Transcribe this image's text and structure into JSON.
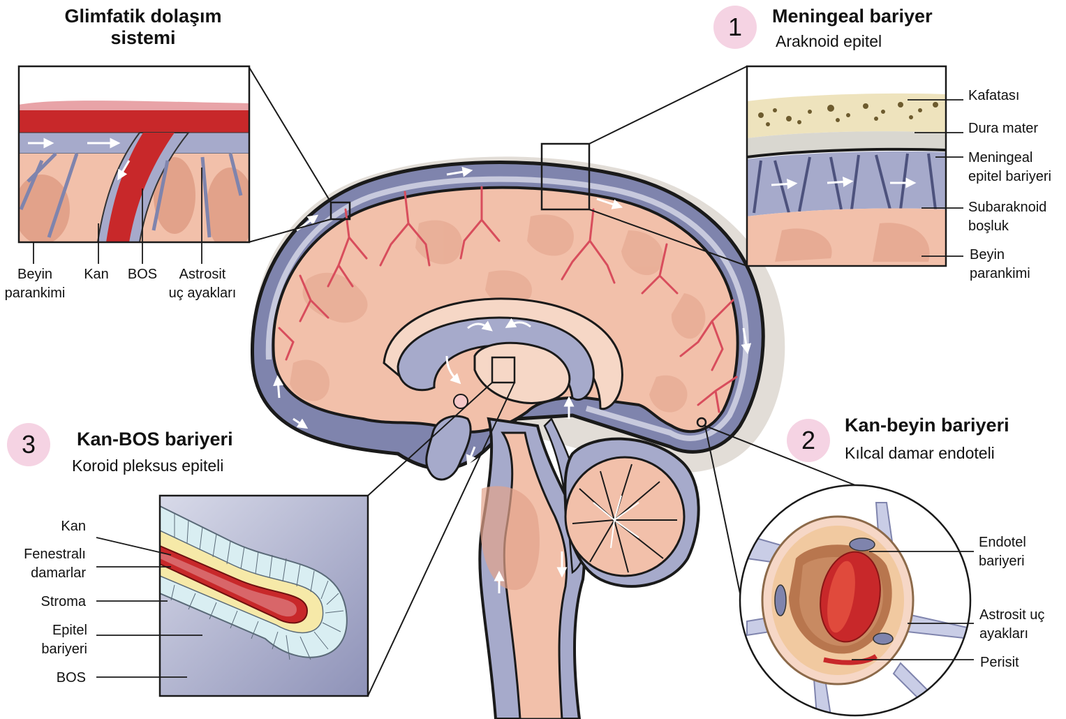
{
  "panels": {
    "glymphatic": {
      "title_line1": "Glimfatik dolaşım",
      "title_line2": "sistemi",
      "labels": {
        "parenchyma_1": "Beyin",
        "parenchyma_2": "parankimi",
        "blood": "Kan",
        "csf": "BOS",
        "astro_1": "Astrosit",
        "astro_2": "uç ayakları"
      }
    },
    "meningeal": {
      "number": "1",
      "title": "Meningeal bariyer",
      "subtitle": "Araknoid epitel",
      "labels": {
        "skull": "Kafatası",
        "dura": "Dura mater",
        "barrier_1": "Meningeal",
        "barrier_2": "epitel bariyeri",
        "subarachnoid_1": "Subaraknoid",
        "subarachnoid_2": "boşluk",
        "parenchyma_1": "Beyin",
        "parenchyma_2": "parankimi"
      }
    },
    "blood_brain": {
      "number": "2",
      "title": "Kan-beyin bariyeri",
      "subtitle": "Kılcal damar endoteli",
      "labels": {
        "endothelial_1": "Endotel",
        "endothelial_2": "bariyeri",
        "astro_1": "Astrosit uç",
        "astro_2": "ayakları",
        "pericyte": "Perisit"
      }
    },
    "blood_csf": {
      "number": "3",
      "title": "Kan-BOS bariyeri",
      "subtitle": "Koroid pleksus epiteli",
      "labels": {
        "blood": "Kan",
        "fenestrated_1": "Fenestralı",
        "fenestrated_2": "damarlar",
        "stroma": "Stroma",
        "epithelial_1": "Epitel",
        "epithelial_2": "bariyeri",
        "csf": "BOS"
      }
    }
  },
  "colors": {
    "brain": "#f2c0aa",
    "brain_dark": "#e2a28a",
    "csf": "#a6aacb",
    "meninges": "#7f84ad",
    "blood": "#c8282a",
    "vessel": "#d84d5c",
    "skull_halo": "#e2ddd7",
    "badge": "#f5d3e3"
  }
}
